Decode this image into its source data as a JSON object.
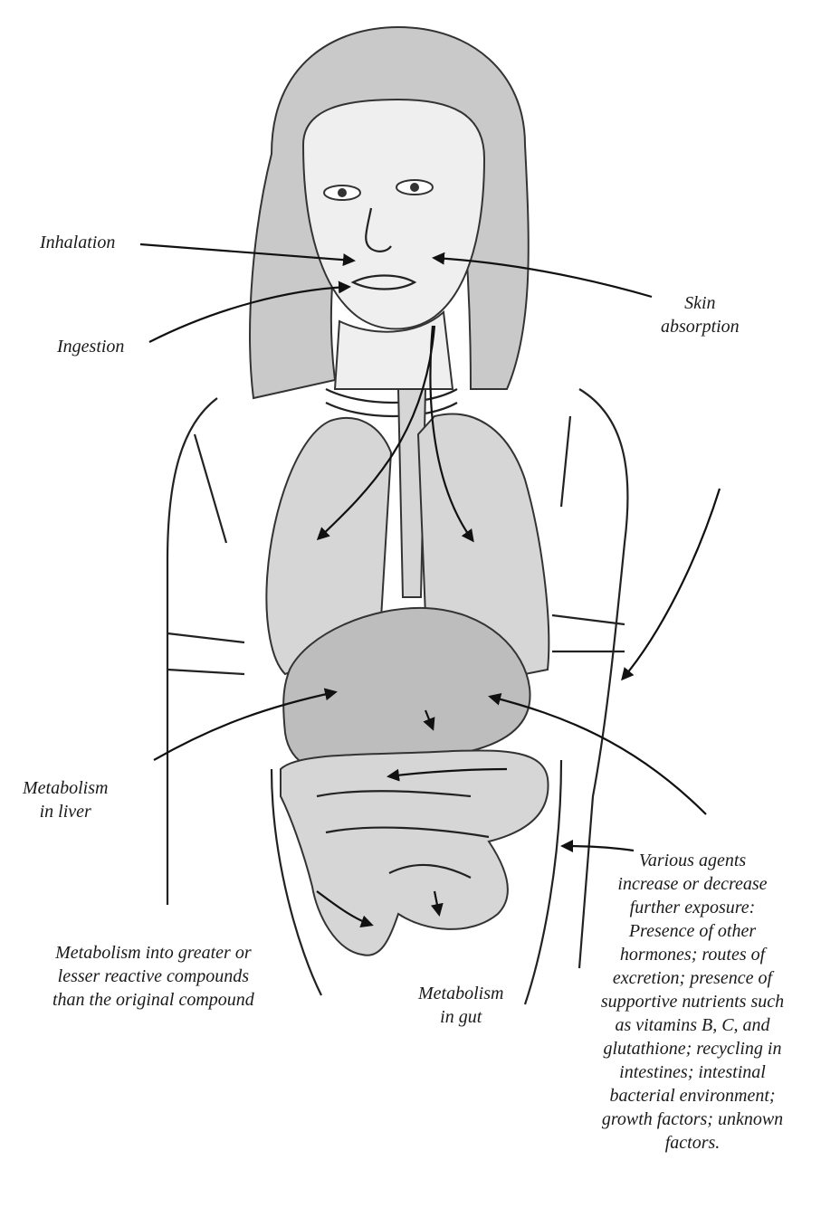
{
  "labels": {
    "inhalation": "Inhalation",
    "ingestion": "Ingestion",
    "skin_absorption": "Skin\nabsorption",
    "metabolism_liver": "Metabolism\nin liver",
    "metabolism_reactive": "Metabolism into greater or\nlesser reactive compounds\nthan the original compound",
    "metabolism_gut": "Metabolism\nin gut",
    "various_agents": "Various agents\nincrease or decrease\nfurther exposure:\nPresence of other\nhormones; routes of\nexcretion; presence of\nsupportive nutrients such\nas vitamins B, C, and\nglutathione; recycling in\nintestines; intestinal\nbacterial environment;\ngrowth factors; unknown\nfactors."
  },
  "colors": {
    "ink": "#1a1a1a",
    "background": "#ffffff"
  }
}
